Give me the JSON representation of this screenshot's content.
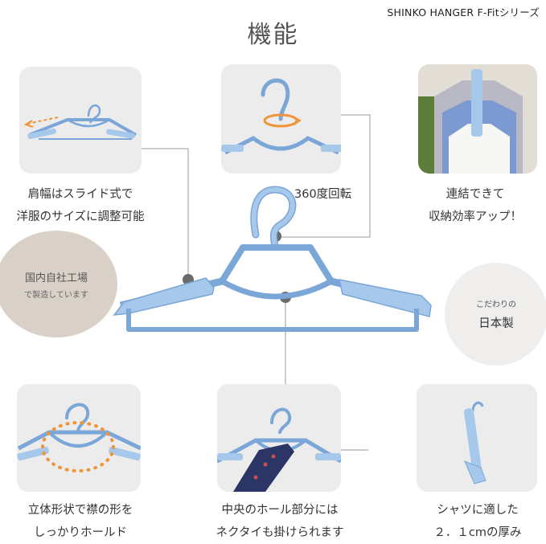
{
  "header": {
    "brand": "SHINKO HANGER F-Fitシリーズ",
    "title": "機能"
  },
  "features": {
    "slide": [
      "肩幅はスライド式で",
      "洋服のサイズに調整可能"
    ],
    "rotate": "360度回転",
    "link": [
      "連結できて",
      "収納効率アップ！"
    ],
    "collar": [
      "立体形状で襟の形を",
      "しっかりホールド"
    ],
    "hole": [
      "中央のホール部分には",
      "ネクタイも掛けられます"
    ],
    "thickness": [
      "シャツに適した",
      "２．１cmの厚み"
    ]
  },
  "badges": {
    "factory": {
      "main": "国内自社工場",
      "sub": "で製造しています"
    },
    "japan": {
      "sub": "こだわりの",
      "main": "日本製"
    }
  },
  "colors": {
    "hanger": "#a6c8ea",
    "hanger_stroke": "#7aa6d8",
    "accent_orange": "#f0943a",
    "tile_bg": "#ececec",
    "badge_factory": "#d9d1c7",
    "badge_japan": "#efeeec"
  }
}
